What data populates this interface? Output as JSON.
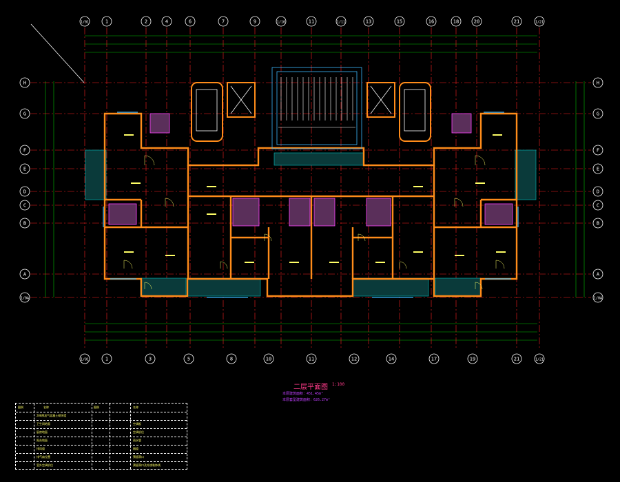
{
  "colors": {
    "background": "#000000",
    "axis_line": "#ff2020",
    "axis_bubble": "#ffffff",
    "wall": "#ff8c1a",
    "room_label": "#ffff66",
    "window": "#3cb8ff",
    "dimension": "#00c000",
    "hatch": "#00c0c0",
    "magenta": "#ff40ff"
  },
  "plan": {
    "title": "二层平面图",
    "scale": "1:100",
    "notes": [
      "本层建筑面积：451.45m²",
      "本层套型建筑面积：626.27m²"
    ]
  },
  "axes": {
    "top": [
      "1/01",
      "1",
      "2",
      "4",
      "6",
      "7",
      "9",
      "1/10",
      "11",
      "1/11",
      "13",
      "15",
      "16",
      "18",
      "20",
      "21",
      "1/21"
    ],
    "bottom": [
      "1/01",
      "1",
      "3",
      "5",
      "8",
      "10",
      "11",
      "12",
      "14",
      "17",
      "19",
      "21",
      "1/21"
    ],
    "left": [
      "H",
      "G",
      "F",
      "E",
      "D",
      "C",
      "B",
      "A",
      "1/0A"
    ],
    "right": [
      "H",
      "G",
      "F",
      "E",
      "D",
      "C",
      "B",
      "A",
      "1/0A"
    ]
  },
  "legend": {
    "headers": [
      "图例",
      "名称",
      "图例",
      "名称"
    ],
    "rows": [
      [
        "200厚加气混凝土砌块墙",
        ""
      ],
      [
        "卫生间地面",
        "空调板"
      ],
      [
        "厨房地面",
        "空调机位"
      ],
      [
        "阳台地面",
        "雨水管"
      ],
      [
        "排风道",
        "烟道"
      ],
      [
        "排气扇位置",
        "预留洞口"
      ],
      [
        "室外空调机位",
        "预留洞口及外挑装饰线"
      ]
    ]
  }
}
